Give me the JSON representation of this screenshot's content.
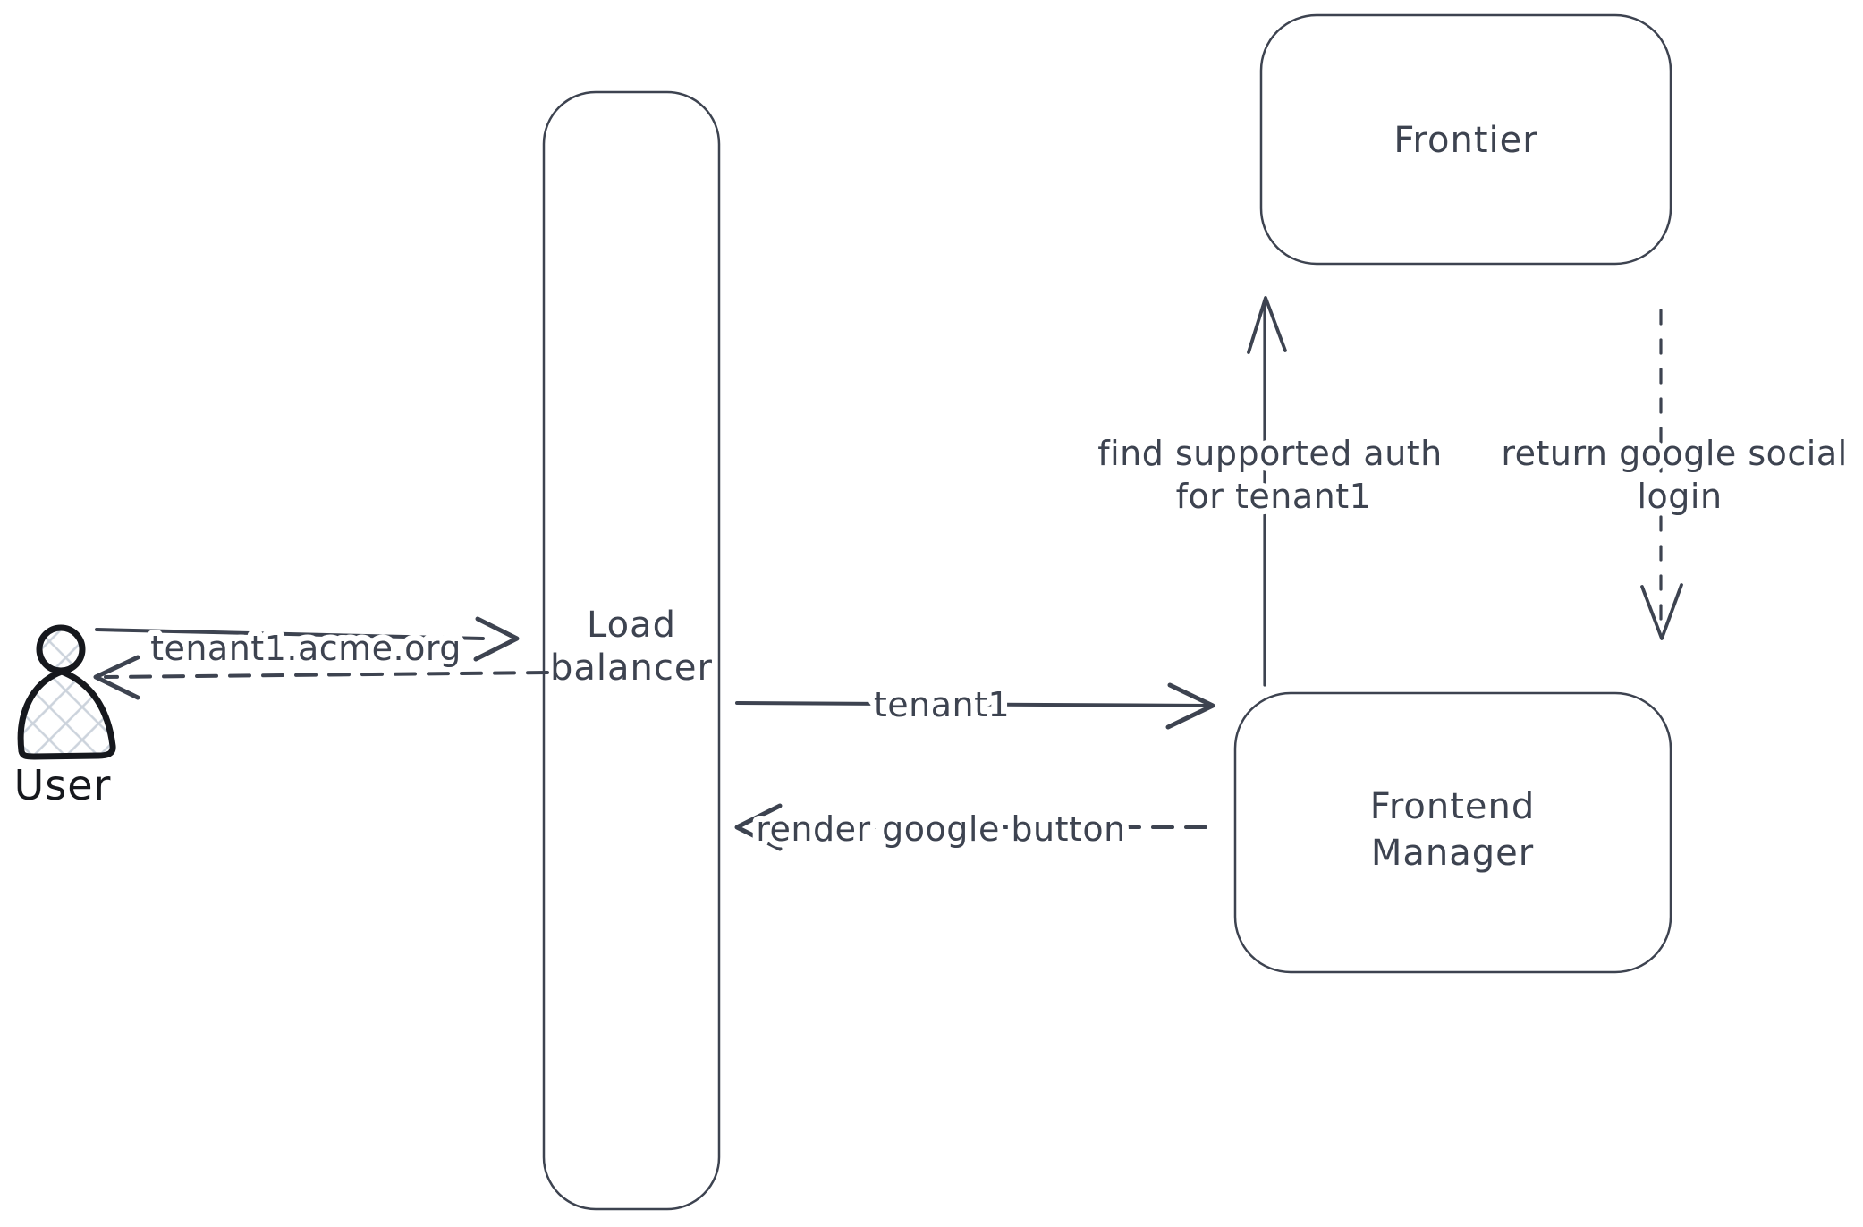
{
  "diagram": {
    "background_color": "#ffffff",
    "stroke_color": "#3d4350",
    "actor": {
      "label": "User",
      "outline_color": "#16181d",
      "hatch_fill_color": "#ccd3dc"
    },
    "nodes": {
      "load_balancer": {
        "label": "Load balancer",
        "lines": [
          "Load",
          "balancer"
        ]
      },
      "frontier": {
        "label": "Frontier"
      },
      "frontend_manager": {
        "label": "Frontend Manager",
        "lines": [
          "Frontend",
          "Manager"
        ]
      }
    },
    "edges": {
      "user_to_load_balancer": {
        "label": "tenant1.acme.org",
        "style": "solid",
        "direction": "right"
      },
      "load_balancer_to_user": {
        "label": "",
        "style": "dashed",
        "direction": "left"
      },
      "load_balancer_to_frontend_manager": {
        "label": "tenant1",
        "style": "solid",
        "direction": "right"
      },
      "frontend_manager_to_load_balancer": {
        "label": "render google button",
        "style": "dashed",
        "direction": "left"
      },
      "frontend_manager_to_frontier": {
        "label": "find supported auth for tenant1",
        "lines": [
          "find supported auth",
          "for tenant1"
        ],
        "style": "solid",
        "direction": "up"
      },
      "frontier_to_frontend_manager": {
        "label": "return google social login",
        "lines": [
          "return google social",
          "login"
        ],
        "style": "dashed",
        "direction": "down"
      }
    }
  }
}
